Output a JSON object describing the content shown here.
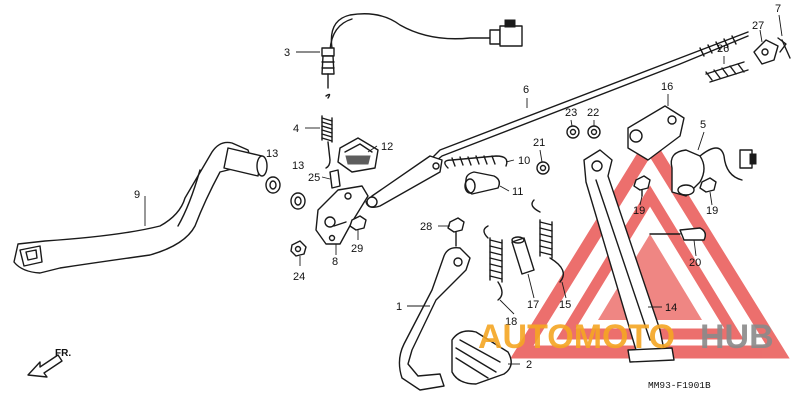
{
  "diagram": {
    "code": "MM93-F1901B",
    "direction_label": "FR.",
    "callouts": [
      "1",
      "2",
      "3",
      "4",
      "5",
      "6",
      "7",
      "8",
      "9",
      "10",
      "11",
      "12",
      "13",
      "13",
      "14",
      "15",
      "16",
      "17",
      "18",
      "19",
      "19",
      "20",
      "21",
      "22",
      "23",
      "24",
      "25",
      "26",
      "27",
      "28",
      "29"
    ]
  },
  "watermark": {
    "text_orange": "AUTOMOTO",
    "text_gray": "HUB",
    "color_red": "#e53935",
    "color_orange": "#f5a623",
    "color_gray": "#8a8a8a"
  }
}
